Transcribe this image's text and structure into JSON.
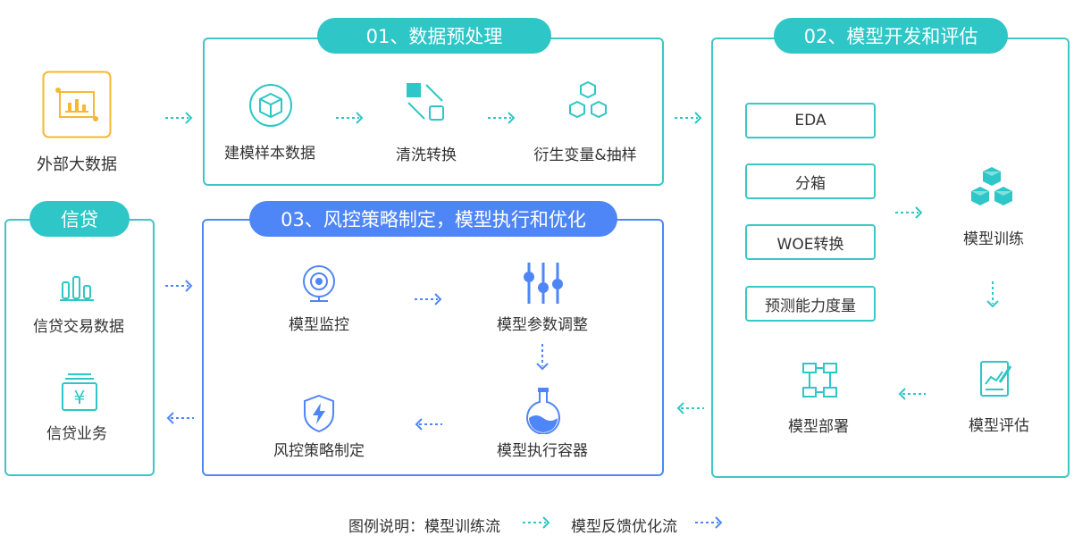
{
  "source": {
    "label": "外部大数据"
  },
  "stage1": {
    "title": "01、数据预处理",
    "steps": [
      "建模样本数据",
      "清洗转换",
      "衍生变量&抽样"
    ]
  },
  "stage2": {
    "title": "02、模型开发和评估",
    "boxes": [
      "EDA",
      "分箱",
      "WOE转换",
      "预测能力度量"
    ],
    "train": "模型训练",
    "evaluate": "模型评估",
    "deploy": "模型部署"
  },
  "stage3": {
    "title": "03、风控策略制定，模型执行和优化",
    "monitor": "模型监控",
    "tune": "模型参数调整",
    "container": "模型执行容器",
    "strategy": "风控策略制定"
  },
  "credit": {
    "title": "信贷",
    "data": "信贷交易数据",
    "business": "信贷业务"
  },
  "legend": {
    "prefix": "图例说明：模型训练流",
    "feedback": "模型反馈优化流",
    "training_color": "#2ec6c6",
    "feedback_color": "#4f86f7"
  },
  "colors": {
    "teal": "#2ec6c6",
    "blue": "#4f86f7",
    "source": "#f7b733"
  }
}
